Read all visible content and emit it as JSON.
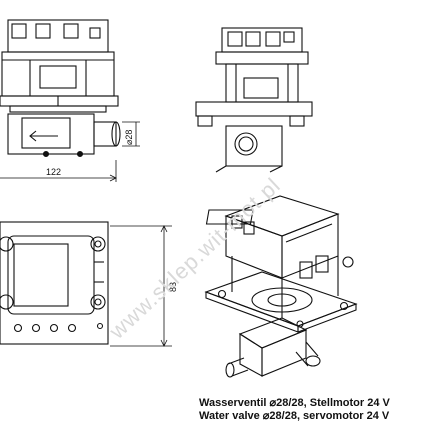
{
  "dimensions": {
    "width_top": "122",
    "height_front": "83",
    "diameter": "⌀28"
  },
  "watermark": "www.sklep.wit-mot.pl",
  "caption": {
    "line_de": "Wasserventil ⌀28/28, Stellmotor 24 V",
    "line_en": "Water valve ⌀28/28, servomotor 24 V"
  }
}
